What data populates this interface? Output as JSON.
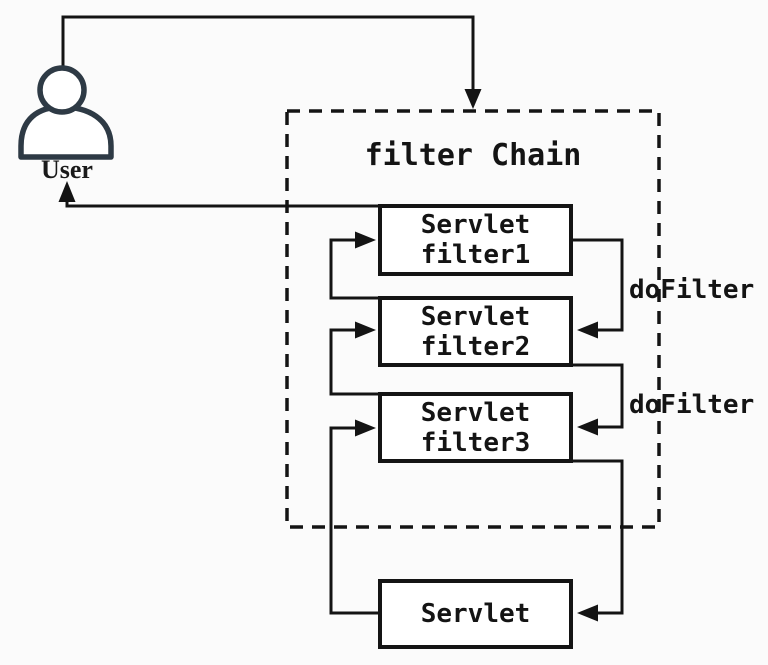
{
  "diagram": {
    "title": "filter Chain",
    "user_label": "User",
    "filter_boxes": [
      {
        "line1": "Servlet",
        "line2": "filter1"
      },
      {
        "line1": "Servlet",
        "line2": "filter2"
      },
      {
        "line1": "Servlet",
        "line2": "filter3"
      }
    ],
    "servlet_label": "Servlet",
    "do_filter_labels": [
      "doFilter",
      "doFilter"
    ],
    "colors": {
      "line": "#141414",
      "user_icon_stroke": "#2e3a45",
      "background": "#fbfbfb",
      "box_fill": "#ffffff"
    }
  }
}
